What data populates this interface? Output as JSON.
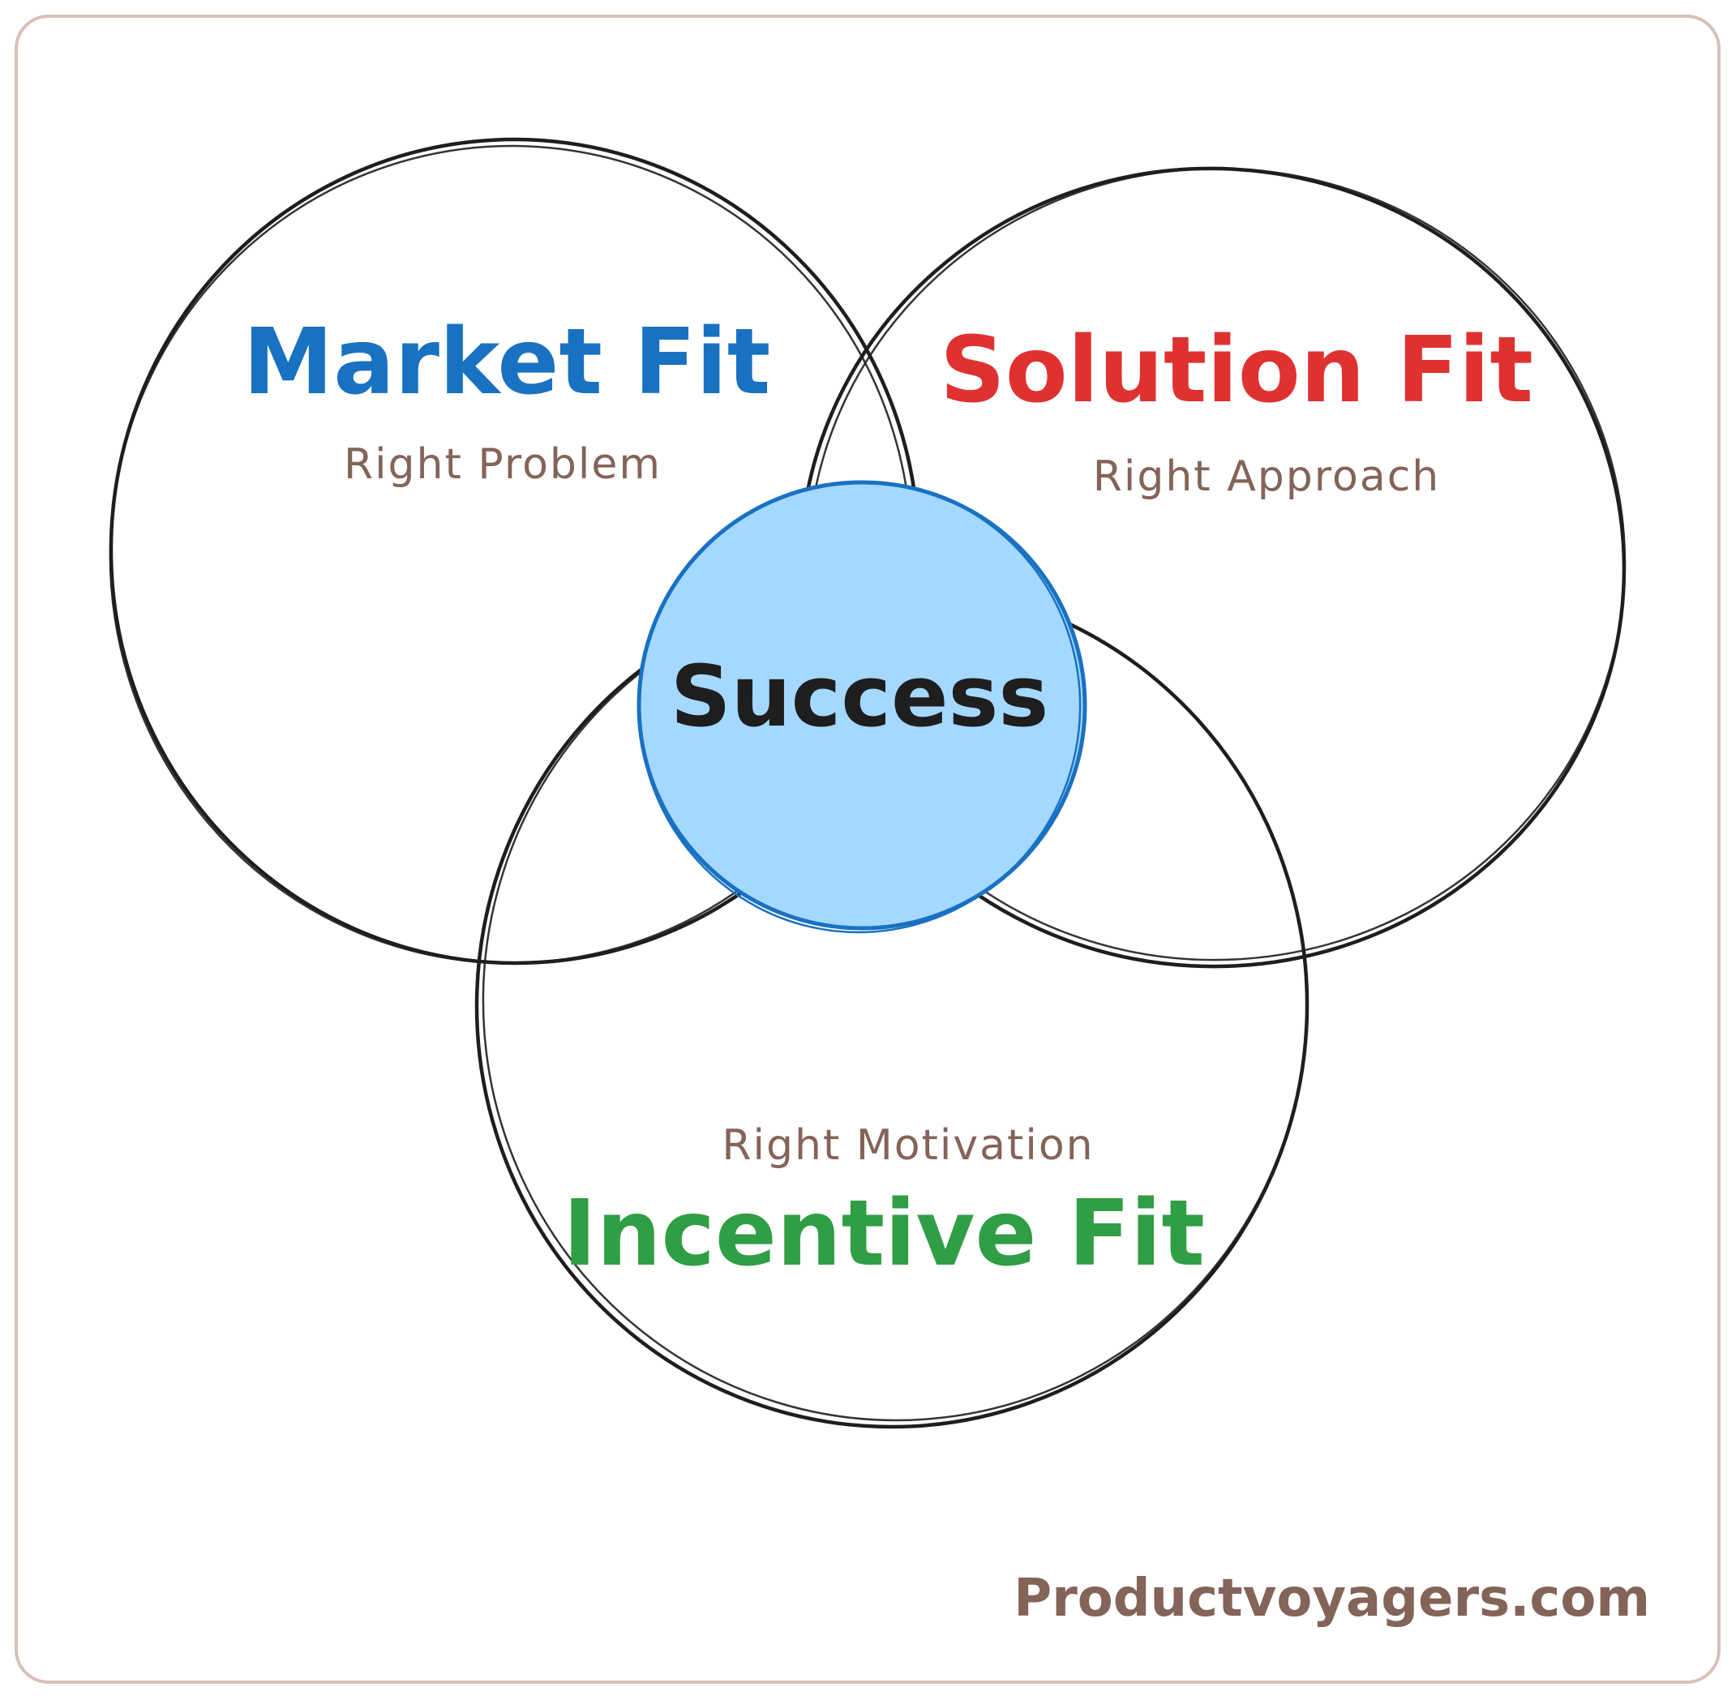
{
  "colors": {
    "market": "#1971c2",
    "solution": "#e03131",
    "incentive": "#2f9e44",
    "subtitle": "#846358",
    "outline": "#1e1e1e",
    "center_fill": "#a5d8ff",
    "center_outline": "#1971c2",
    "center_text": "#1e1e1e",
    "frame": "#d8c0b8"
  },
  "circles": {
    "market": {
      "title": "Market Fit",
      "subtitle": "Right Problem"
    },
    "solution": {
      "title": "Solution Fit",
      "subtitle": "Right Approach"
    },
    "incentive": {
      "title": "Incentive Fit",
      "subtitle": "Right Motivation"
    }
  },
  "center": {
    "label": "Success"
  },
  "footer": {
    "credit": "Productvoyagers.com"
  }
}
